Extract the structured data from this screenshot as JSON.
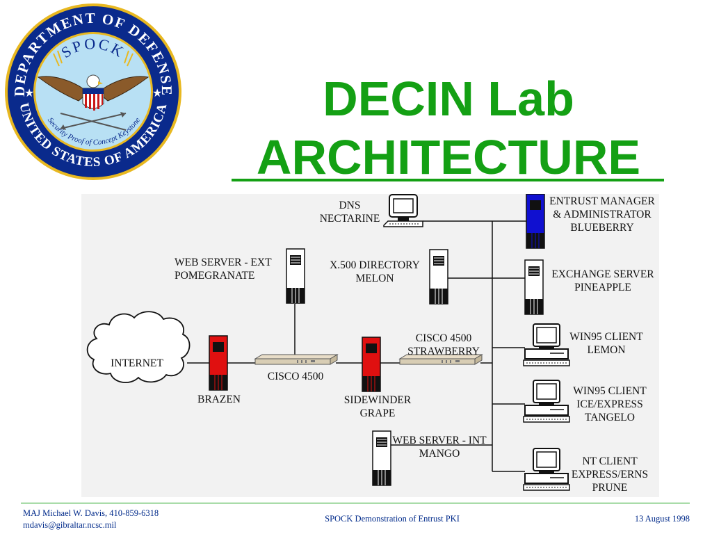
{
  "seal": {
    "ring_top": "DEPARTMENT OF DEFENSE",
    "ring_bottom": "UNITED STATES OF AMERICA",
    "center_top": "SPOCK",
    "center_arc": "Security Proof of Concept Keystone"
  },
  "title": {
    "line1": "DECIN Lab",
    "line2": "ARCHITECTURE"
  },
  "diagram": {
    "internet": "INTERNET",
    "brazen": "BRAZEN",
    "cisco_ext": "CISCO 4500",
    "web_ext": "WEB SERVER - EXT\nPOMEGRANATE",
    "sidewinder": "SIDEWINDER\nGRAPE",
    "cisco_int": "CISCO 4500\nSTRAWBERRY",
    "dns": "DNS\nNECTARINE",
    "x500": "X.500 DIRECTORY\nMELON",
    "web_int": "WEB SERVER - INT\nMANGO",
    "entrust": "ENTRUST MANAGER\n& ADMINISTRATOR\nBLUEBERRY",
    "exchange": "EXCHANGE SERVER\nPINEAPPLE",
    "lemon": "WIN95 CLIENT\nLEMON",
    "tangelo": "WIN95 CLIENT\nICE/EXPRESS\nTANGELO",
    "prune": "NT CLIENT\nEXPRESS/ERNS\nPRUNE"
  },
  "footer": {
    "author": "MAJ Michael W. Davis, 410-859-6318",
    "email": "mdavis@gibraltar.ncsc.mil",
    "center": "SPOCK Demonstration of Entrust PKI",
    "date": "13 August 1998"
  },
  "colors": {
    "title": "#14a014",
    "footer_text": "#002a8a",
    "firewall": "#e01010",
    "entrust_server": "#1010d0"
  }
}
